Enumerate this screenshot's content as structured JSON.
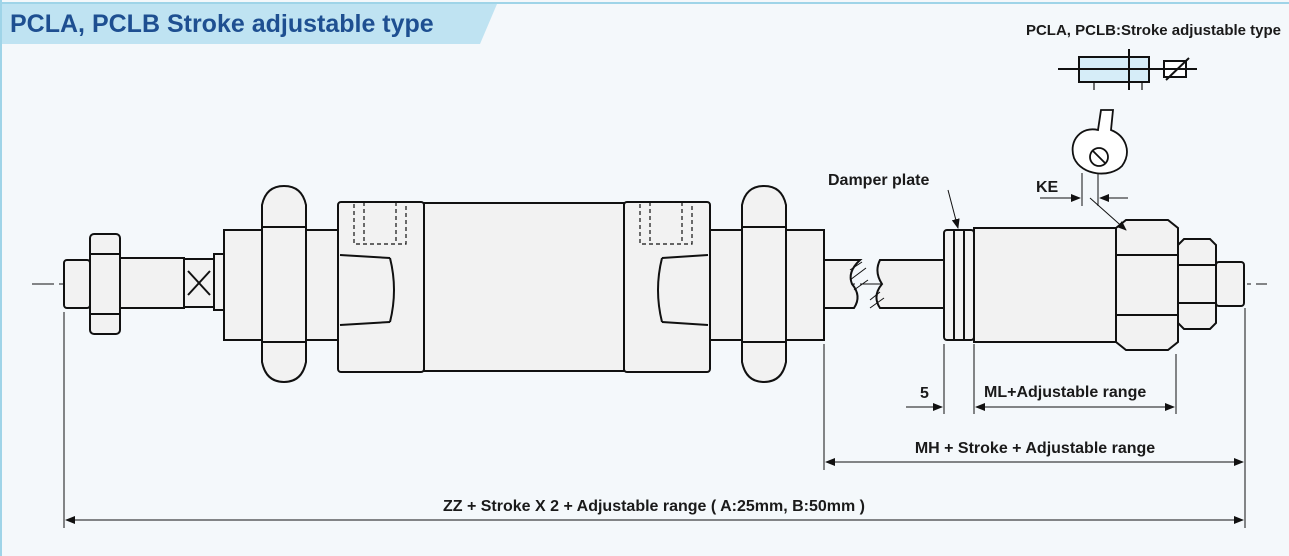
{
  "header": {
    "title": "PCLA, PCLB Stroke adjustable type"
  },
  "symbol": {
    "caption": "PCLA, PCLB:Stroke adjustable type"
  },
  "labels": {
    "damper_plate": "Damper plate",
    "ke": "KE",
    "five": "5",
    "ml": "ML+Adjustable range",
    "mh": "MH + Stroke + Adjustable range",
    "zz": "ZZ + Stroke X 2 + Adjustable range ( A:25mm, B:50mm )"
  },
  "colors": {
    "accent": "#1e4f91",
    "tab": "#bfe3f2",
    "border": "#9fd4e8",
    "metal": "#f2f2f2",
    "symbol_fill": "#d6edf8"
  }
}
